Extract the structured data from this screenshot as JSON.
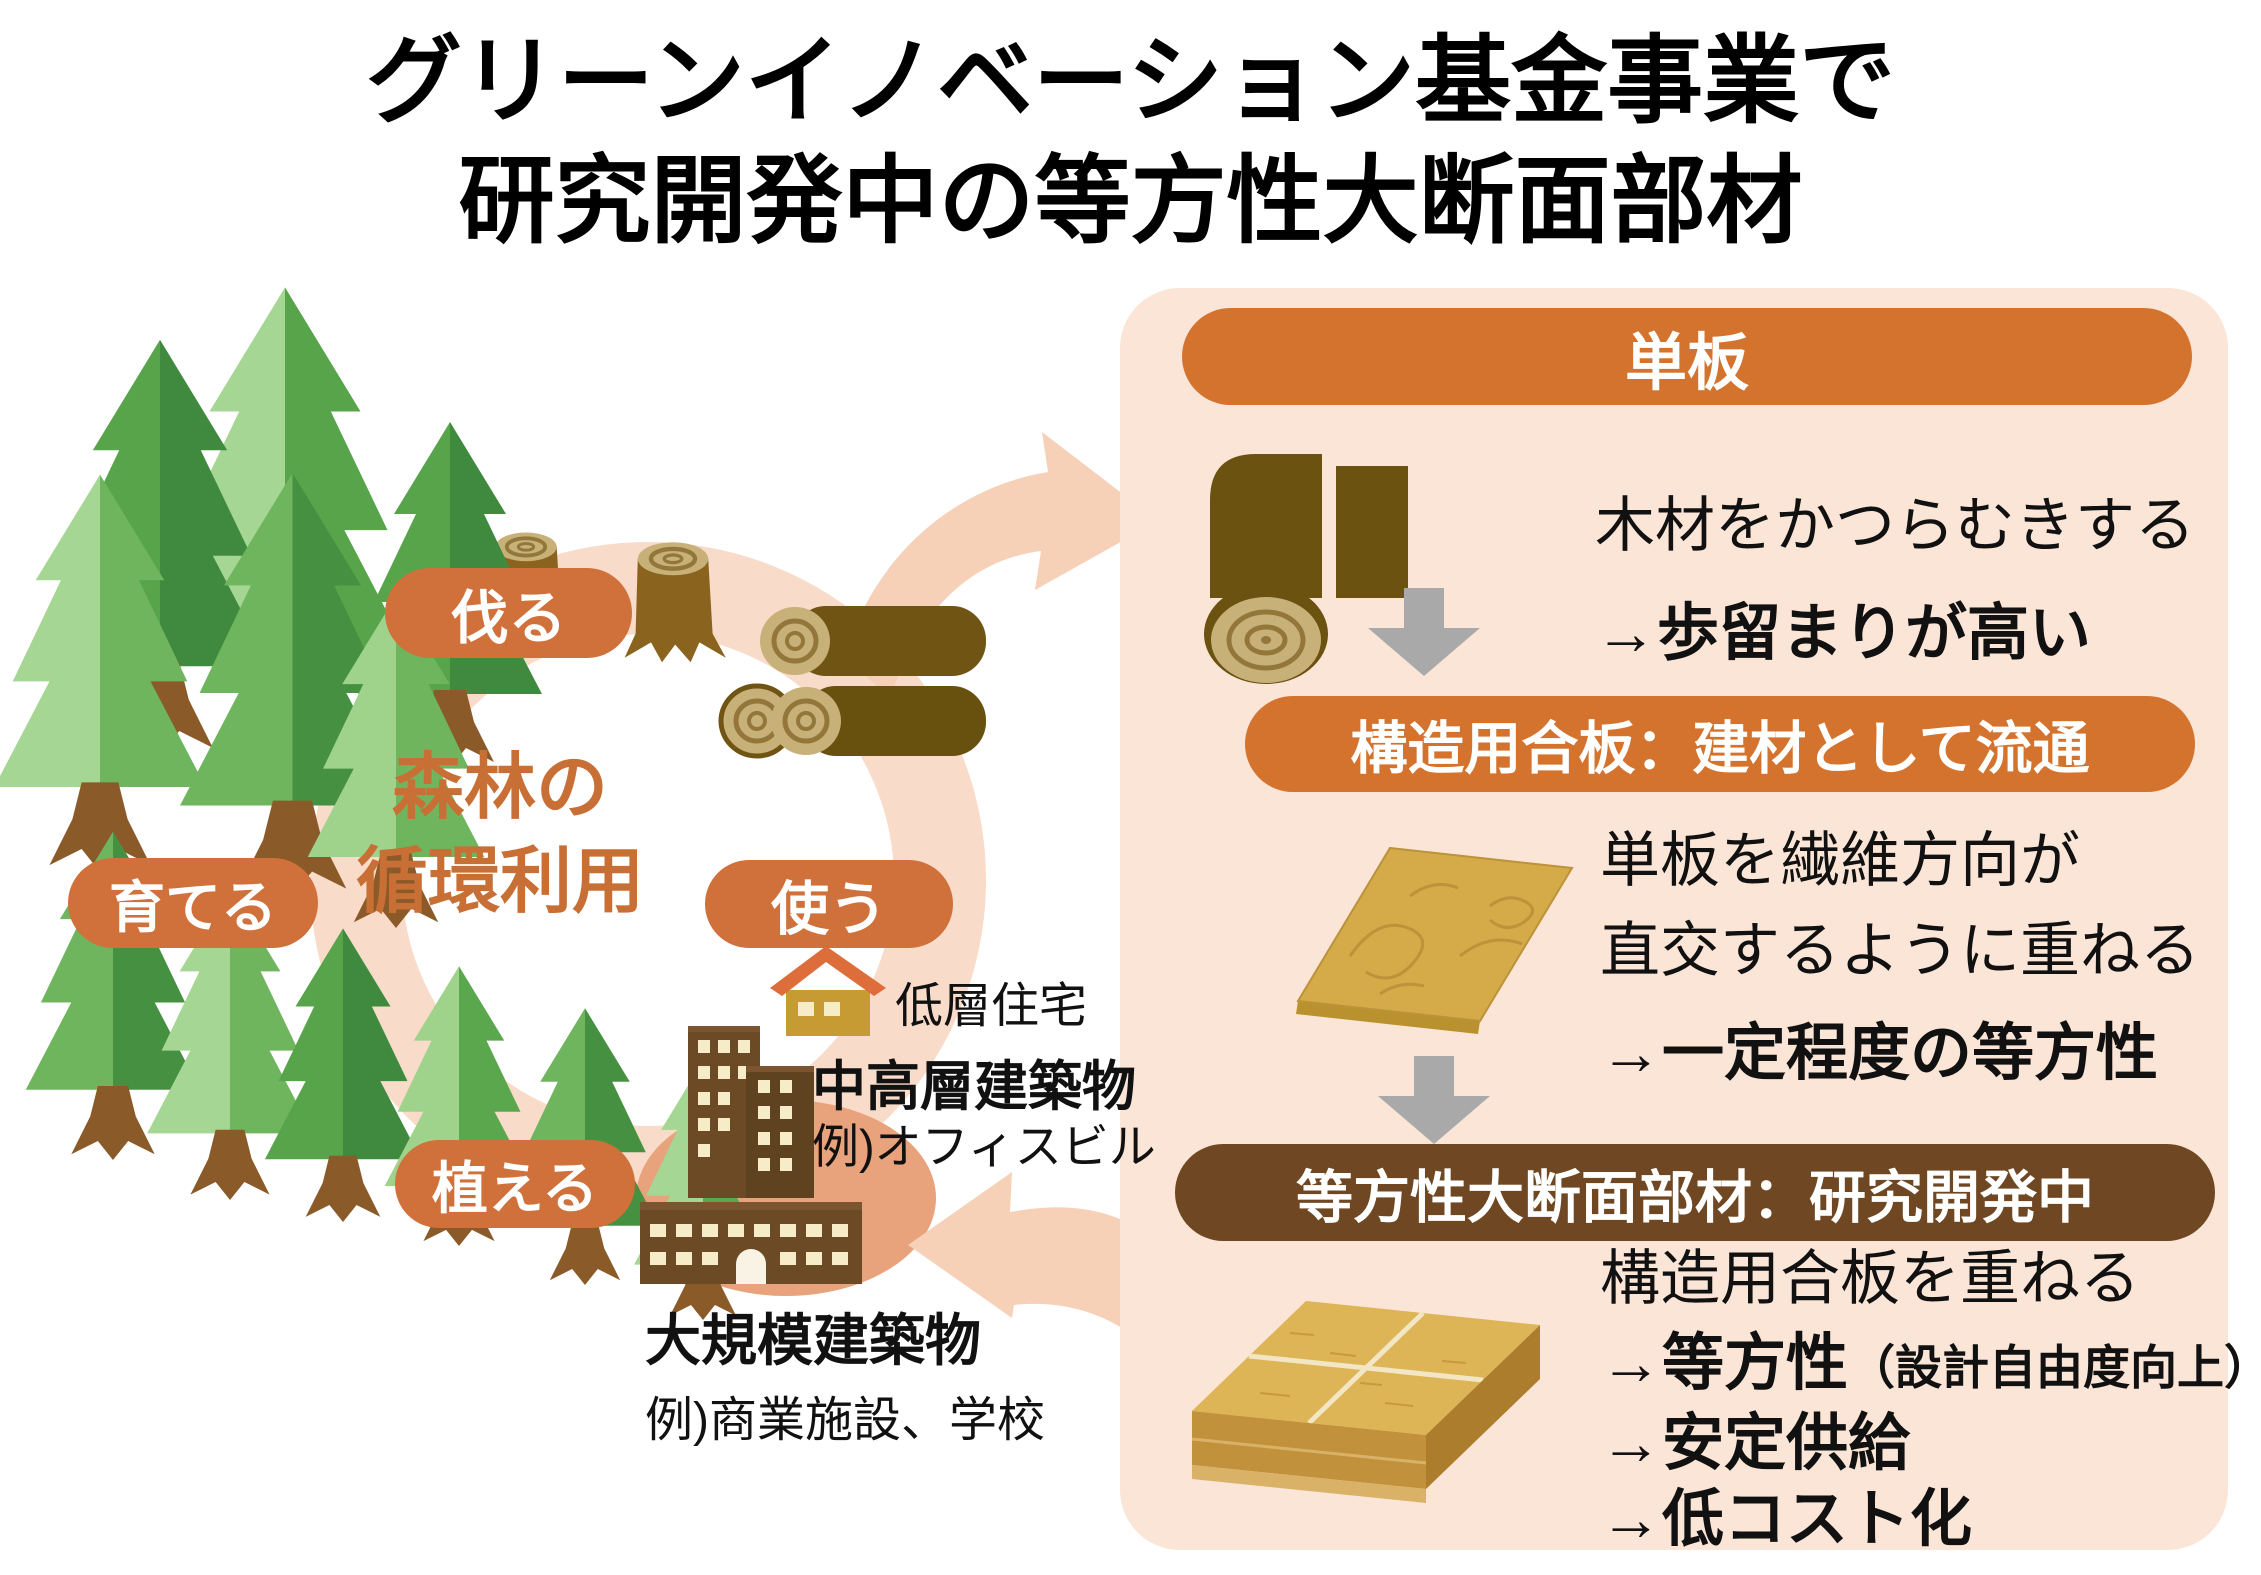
{
  "title": {
    "line1": "グリーンイノベーション基金事業で",
    "line2": "研究開発中の等方性大断面部材"
  },
  "cycle": {
    "center": {
      "line1": "森林の",
      "line2": "循環利用"
    },
    "steps": {
      "cut": "伐る",
      "grow": "育てる",
      "use": "使う",
      "plant": "植える"
    },
    "buildings": {
      "low_rise": "低層住宅",
      "mid_high_rise": "中高層建築物",
      "mid_high_rise_example": "例)オフィスビル",
      "large_scale": "大規模建築物",
      "large_scale_example": "例)商業施設、学校"
    }
  },
  "panel": {
    "sections": [
      {
        "header": "単板",
        "lines": [
          "木材をかつらむきする"
        ],
        "results": [
          {
            "main": "→歩留まりが高い",
            "note": ""
          }
        ]
      },
      {
        "header": "構造用合板：建材として流通",
        "lines": [
          "単板を繊維方向が",
          "直交するように重ねる"
        ],
        "results": [
          {
            "main": "→一定程度の等方性",
            "note": ""
          }
        ]
      },
      {
        "header": "等方性大断面部材：研究開発中",
        "lines": [
          "構造用合板を重ねる"
        ],
        "results": [
          {
            "main": "→等方性",
            "note": "（設計自由度向上）"
          },
          {
            "main": "→安定供給",
            "note": ""
          },
          {
            "main": "→低コスト化",
            "note": ""
          }
        ]
      }
    ]
  },
  "icons": {
    "trees": "pine-tree-icon",
    "stumps": "tree-stump-icon",
    "logs": "log-pile-icon",
    "house": "low-rise-house-icon",
    "towers": "office-buildings-icon",
    "large_building": "large-building-icon",
    "ring": "cycle-ring",
    "arrows_salmon": "flow-arrow",
    "veneer_peel": "rotary-peeled-log-icon",
    "plywood": "plywood-sheet-icon",
    "stacked_plywood": "stacked-plywood-icon",
    "down_arrow": "gray-down-arrow-icon"
  },
  "colors": {
    "accent_orange": "#D4732E",
    "pill_orange": "#D0703A",
    "header_brown": "#6F4823",
    "panel_bg": "#FBE5D7",
    "salmon_arrow": "#F7D0B8",
    "ring": "#F8DBC8",
    "center_text": "#C76F35",
    "building_ellipse": "#E8A27C"
  }
}
